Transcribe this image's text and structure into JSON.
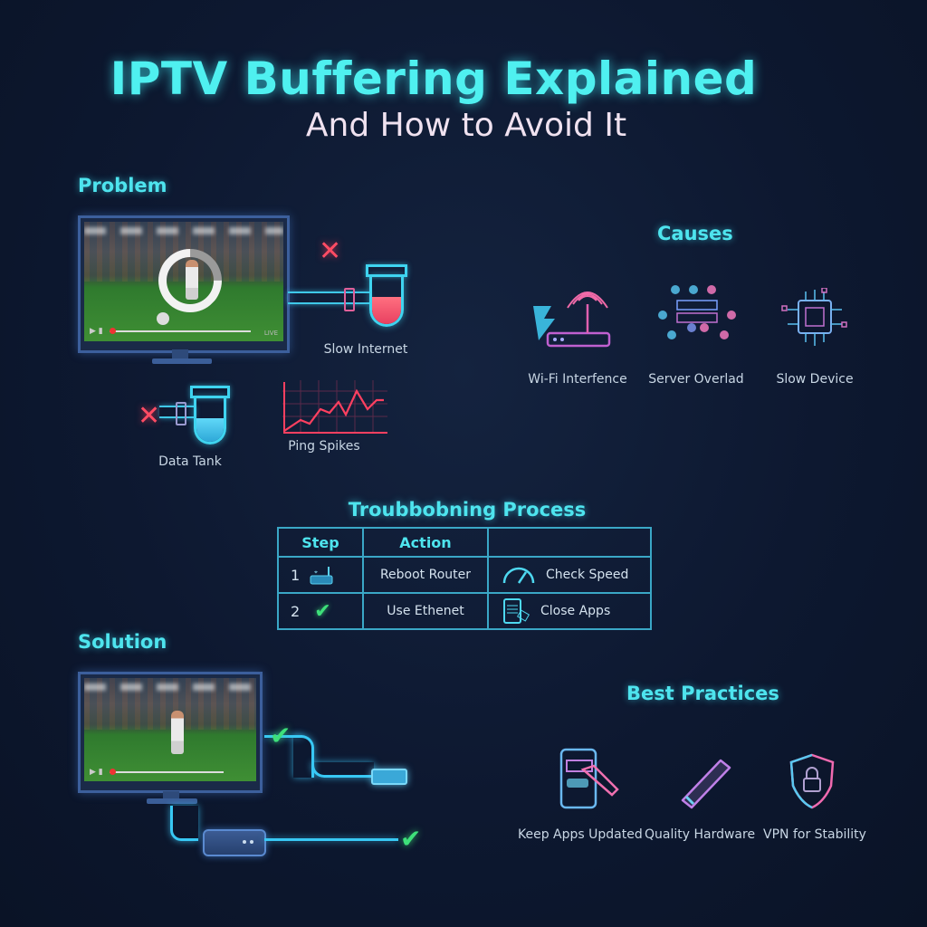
{
  "header": {
    "title": "IPTV Buffering Explained",
    "subtitle": "And How to Avoid It"
  },
  "problem": {
    "heading": "Problem",
    "tv_corner_label": "LIVE",
    "items": [
      {
        "label": "Slow Internet",
        "icon": "test-tube-red-icon",
        "status": "x-icon"
      },
      {
        "label": "Data Tank",
        "icon": "test-tube-blue-icon",
        "status": "x-icon"
      },
      {
        "label": "Ping Spikes",
        "icon": "line-chart-spike-icon"
      }
    ]
  },
  "causes": {
    "heading": "Causes",
    "items": [
      {
        "label": "Wi-Fi Interfence",
        "icon": "wifi-router-icon"
      },
      {
        "label": "Server Overlad",
        "icon": "server-crowd-icon"
      },
      {
        "label": "Slow Device",
        "icon": "chip-icon"
      }
    ]
  },
  "process": {
    "heading": "Troubbobning Process",
    "columns": [
      "Step",
      "Action",
      ""
    ],
    "rows": [
      {
        "step": "1",
        "step_icon": "router-icon",
        "action": "Reboot Router",
        "extra_icon": "speedometer-icon",
        "extra": "Check Speed"
      },
      {
        "step": "2",
        "step_icon": "check-icon",
        "action": "Use Ethenet",
        "extra_icon": "phone-apps-icon",
        "extra": "Close Apps"
      }
    ]
  },
  "solution": {
    "heading": "Solution"
  },
  "best_practices": {
    "heading": "Best Practices",
    "items": [
      {
        "label": "Keep Apps Updated",
        "icon": "phone-update-icon"
      },
      {
        "label": "Quality Hardware",
        "icon": "cable-stick-icon"
      },
      {
        "label": "VPN for Stability",
        "icon": "shield-lock-icon"
      }
    ]
  },
  "colors": {
    "accent_cyan": "#4ff0f0",
    "accent_pink": "#ff4c64",
    "check_green": "#3ee07a",
    "background": "#0d1830"
  }
}
